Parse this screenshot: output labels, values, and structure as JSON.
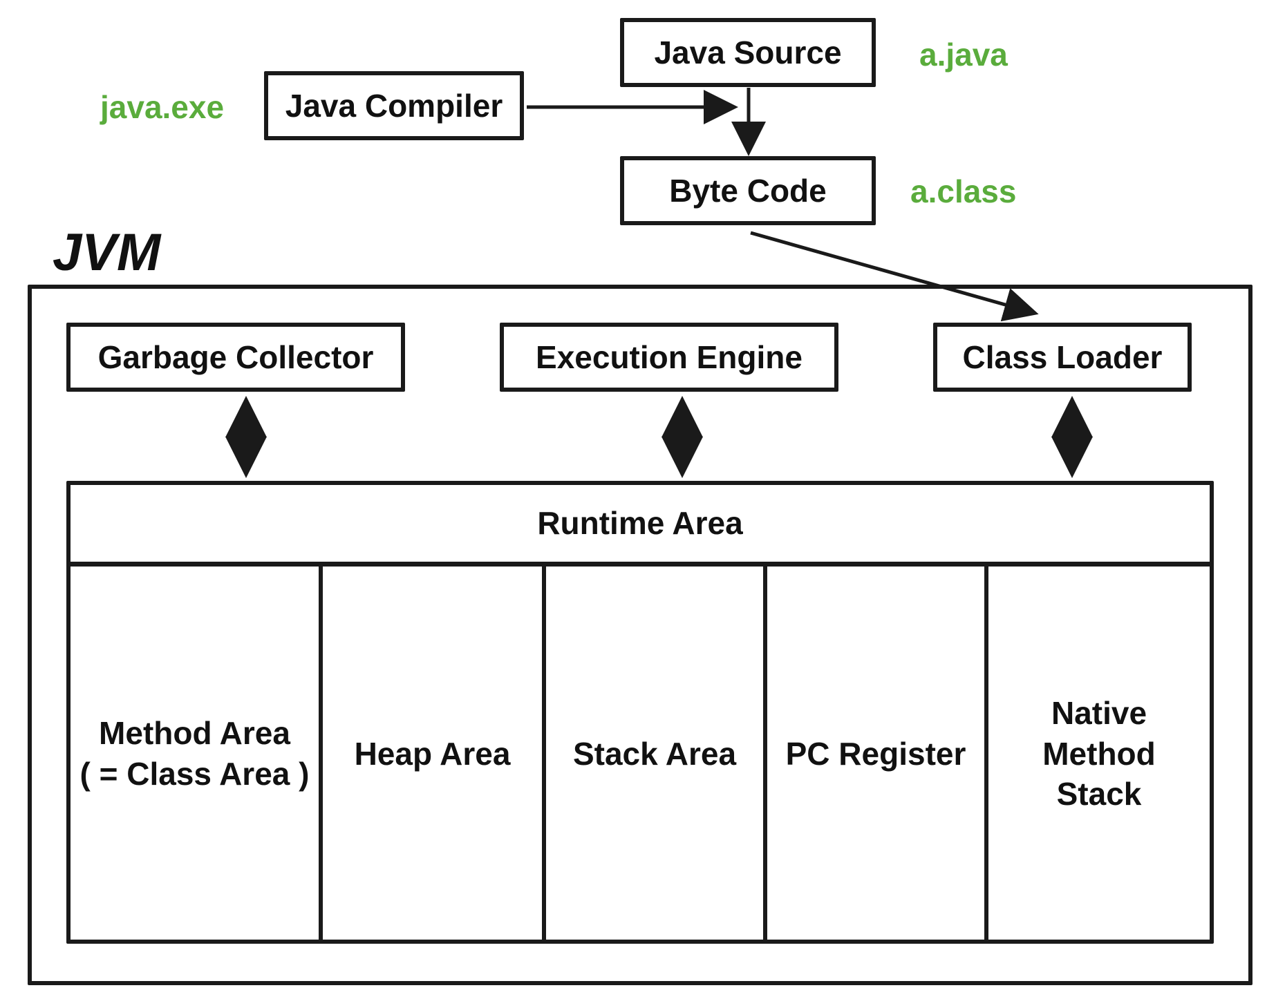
{
  "top": {
    "java_source": "Java Source",
    "java_source_file": "a.java",
    "java_compiler": "Java Compiler",
    "java_compiler_exe": "java.exe",
    "byte_code": "Byte Code",
    "byte_code_file": "a.class"
  },
  "jvm": {
    "title": "JVM",
    "components": {
      "garbage_collector": "Garbage Collector",
      "execution_engine": "Execution Engine",
      "class_loader": "Class Loader"
    },
    "runtime": {
      "title": "Runtime Area",
      "method_area_line1": "Method Area",
      "method_area_line2": "( = Class Area )",
      "heap_area": "Heap Area",
      "stack_area": "Stack Area",
      "pc_register": "PC Register",
      "native_line1": "Native",
      "native_line2": "Method",
      "native_line3": "Stack"
    }
  },
  "colors": {
    "stroke": "#1a1a1a",
    "annotation_green": "#5aac3c"
  }
}
